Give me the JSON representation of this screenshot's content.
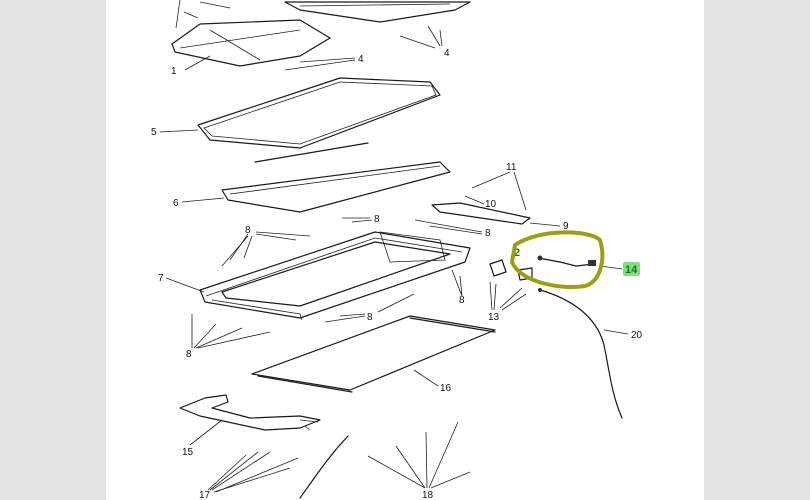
{
  "figure": {
    "callouts": {
      "c1": "1",
      "c2": "2",
      "c4": "4",
      "c4b": "4",
      "c5": "5",
      "c6": "6",
      "c7": "7",
      "c8a": "8",
      "c8b": "8",
      "c8c": "8",
      "c8d": "8",
      "c8e": "8",
      "c9": "9",
      "c10": "10",
      "c11": "11",
      "c13": "13",
      "c14": "14",
      "c15": "15",
      "c16": "16",
      "c17": "17",
      "c18": "18",
      "c20": "20"
    },
    "colors": {
      "highlight_ring": "#9aa010",
      "highlight_label_bg": "#7fe07f",
      "line": "#1a1a1a",
      "background": "#ffffff",
      "side_band": "#e3e3e3"
    }
  }
}
